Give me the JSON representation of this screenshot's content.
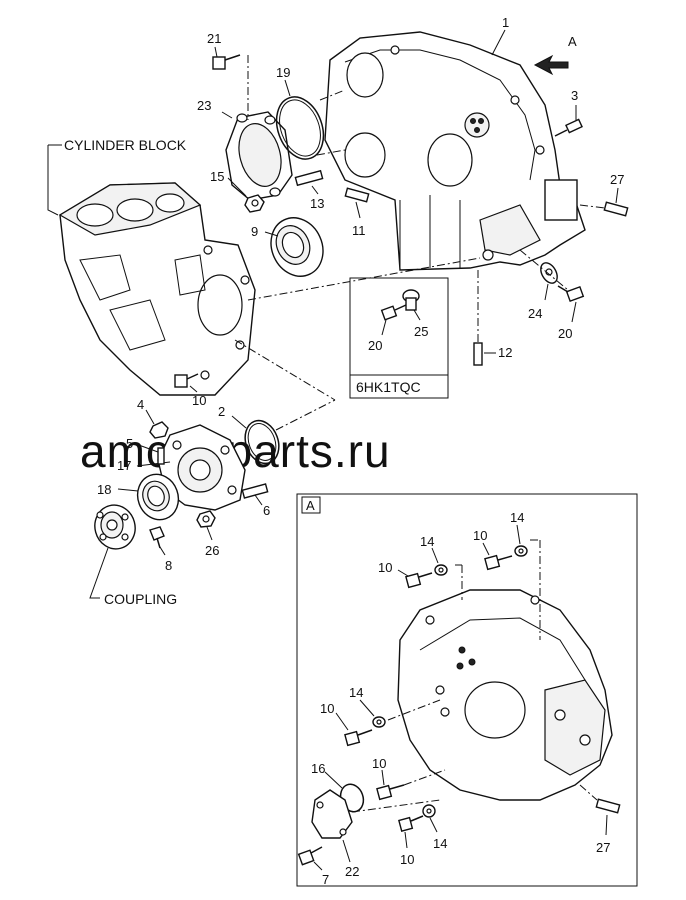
{
  "watermark": "amcat-parts.ru",
  "labels": {
    "cylinder_block": "CYLINDER BLOCK",
    "coupling": "COUPLING",
    "variant_box": "6HK1TQC",
    "view_tag": "A",
    "view_arrow_label": "A"
  },
  "callouts": {
    "p1": "1",
    "p2": "2",
    "p3": "3",
    "p4": "4",
    "p5": "5",
    "p6": "6",
    "p7": "7",
    "p8": "8",
    "p9": "9",
    "p10a": "10",
    "p10b": "10",
    "p10c": "10",
    "p10d": "10",
    "p10e": "10",
    "p10f": "10",
    "p11": "11",
    "p12": "12",
    "p13": "13",
    "p14a": "14",
    "p14b": "14",
    "p14c": "14",
    "p14d": "14",
    "p15": "15",
    "p16": "16",
    "p17": "17",
    "p18": "18",
    "p19": "19",
    "p20a": "20",
    "p20b": "20",
    "p21": "21",
    "p22": "22",
    "p23": "23",
    "p24": "24",
    "p25": "25",
    "p26": "26",
    "p27a": "27",
    "p27b": "27"
  }
}
